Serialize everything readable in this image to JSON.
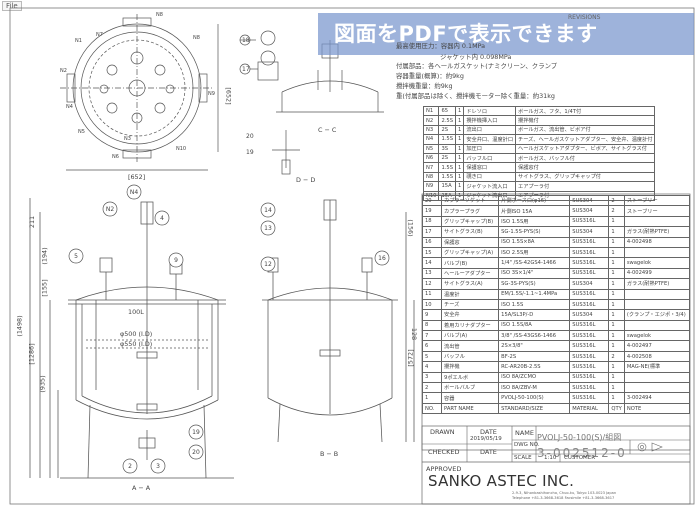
{
  "file_tab": "File",
  "banner": "図面をPDFで表示できます",
  "revisions_label": "REVISIONS",
  "specs": {
    "line1": "最高使用圧力：容器内 0.1MPa",
    "line2": "ジャケット内 0.098MPa",
    "line3": "付属部品：各ヘールガスケット(ナミクリーン、クランプ",
    "line4": "容器重量(概算)：約9kg",
    "line5": "攪拌機重量：約9kg",
    "line6": "重(付属部品は除く、攪拌機モーター除く重量：約31kg"
  },
  "views": {
    "view_cc": "C − C",
    "view_dd": "D − D",
    "view_aa": "A − A",
    "view_bb": "B − B",
    "dim_652_a": "[652]",
    "dim_652_b": "[652]",
    "dim_100l": "100L",
    "dim_500": "φ500 (I.D)",
    "dim_550": "φ550 (I.D)",
    "dim_1498": "(1498)",
    "dim_1286": "[1286]",
    "dim_935": "(935)",
    "dim_211": "211",
    "dim_194": "(194)",
    "dim_155": "[155]",
    "dim_572": "[572]",
    "dim_128": "128",
    "dim_156": "(156)"
  },
  "nozzles": [
    [
      "N1",
      "65",
      "1",
      "ドレソロ",
      "ボールガス、フタ、1/4T付"
    ],
    [
      "N2",
      "2.5S",
      "1",
      "攪拌機挿入口",
      "攪拌機付"
    ],
    [
      "N3",
      "2S",
      "1",
      "流出口",
      "ボールガス、流出管、ビボア付"
    ],
    [
      "N4",
      "1.5S",
      "1",
      "安全弁口、温度計口",
      "チーズ、ヘールガスケットアダプター、安全弁、温度計付"
    ],
    [
      "N5",
      "3S",
      "1",
      "加圧口",
      "ヘールガスケットアダプター、ビボア、サイトグラス付"
    ],
    [
      "N6",
      "2S",
      "1",
      "バッフル口",
      "ボールガス、バッフル付"
    ],
    [
      "N7",
      "1.5S",
      "1",
      "保護窓口",
      "保護窓付"
    ],
    [
      "N8",
      "1.5S",
      "1",
      "覗き口",
      "サイトグラス、グリップキャップ付"
    ],
    [
      "N9",
      "15A",
      "1",
      "ジャケット流入口",
      "エアプーラ付"
    ],
    [
      "N10",
      "15A",
      "1",
      "ジャケット流出口",
      "エアプーラ付"
    ]
  ],
  "parts": [
    [
      "20",
      "カプラーソケット",
      "片側ホースロ(φ16)",
      "SUS304",
      "2",
      "ストーブリー"
    ],
    [
      "19",
      "カプラープラグ",
      "片側ISO 15A",
      "SUS304",
      "2",
      "ストーブリー"
    ],
    [
      "18",
      "グリップキャップ(B)",
      "ISO 1.5S用",
      "SUS316L",
      "1",
      ""
    ],
    [
      "17",
      "サイトグラス(B)",
      "SG-1.5S-PYS(S)",
      "SUS304",
      "1",
      "ガラス(耐熱PTFE)"
    ],
    [
      "16",
      "保護窓",
      "ISO 1.5S×8A",
      "SUS316L",
      "1",
      "4-002498"
    ],
    [
      "15",
      "グリップキャップ(A)",
      "ISO 2.5S用",
      "SUS316L",
      "1",
      ""
    ],
    [
      "14",
      "バルブ(B)",
      "1/4\" /SS-42GS4-1466",
      "SUS316L",
      "1",
      "swagelok"
    ],
    [
      "13",
      "ヘールーアダプター",
      "ISO 3S×1/4\"",
      "SUS316L",
      "1",
      "4-002499"
    ],
    [
      "12",
      "サイトグラス(A)",
      "SG-3S-PYS(S)",
      "SUS304",
      "1",
      "ガラス(耐熱PTFE)"
    ],
    [
      "11",
      "温度計",
      "EM/1.5S/-1.1~1.4MPa",
      "SUS316L",
      "1",
      ""
    ],
    [
      "10",
      "チーズ",
      "ISO 1.5S",
      "SUS316L",
      "1",
      ""
    ],
    [
      "9",
      "安全弁",
      "15A/SL3P/-D",
      "SUS304",
      "1",
      "(クランプ・エジポ・3/4)"
    ],
    [
      "8",
      "着用カリナダプター",
      "ISO 1.5S/8A",
      "SUS316L",
      "1",
      ""
    ],
    [
      "7",
      "バルブ(A)",
      "3/8\" /SS-43GS6-1466",
      "SUS316L",
      "1",
      "swagelok"
    ],
    [
      "6",
      "流出管",
      "2S×3/8\"",
      "SUS316L",
      "1",
      "4-002497"
    ],
    [
      "5",
      "バッフル",
      "BF-2S",
      "SUS316L",
      "2",
      "4-002508"
    ],
    [
      "4",
      "攪拌機",
      "RC-AR20B-2.5S",
      "SUS316L",
      "1",
      "MAG-NE(標準"
    ],
    [
      "3",
      "9ポエルボ",
      "ISO 8A/ZCMO",
      "SUS316L",
      "1",
      ""
    ],
    [
      "2",
      "ボールバルブ",
      "ISO 8A/ZBV-M",
      "SUS316L",
      "1",
      ""
    ],
    [
      "1",
      "容器",
      "PVOLJ-50-100(S)",
      "SUS316L",
      "1",
      "3-002494"
    ]
  ],
  "parts_header": [
    "NO.",
    "PART NAME",
    "STANDARD/SIZE",
    "MATERIAL",
    "QTY",
    "NOTE"
  ],
  "title_block": {
    "drawn": "DRAWN",
    "date": "DATE",
    "drawn_date": "2019/05/19",
    "checked": "CHECKED",
    "approved": "APPROVED",
    "name_label": "NAME",
    "name_value": "PVOLJ-50-100(S)/組図",
    "dwg_label": "DWG NO.",
    "dwg_value": "3-002512-0",
    "scale_label": "SCALE",
    "scale_value": "1:10",
    "customer_label": "CUSTOMER",
    "company": "SANKO ASTEC INC.",
    "address1": "2-9-3, Nihonbashihoncho, Chuo-ku, Tokyo 103-0023 Japan",
    "address2": "Telephone +81-3-3668-3618  Facsimile +81-3-3668-3617"
  }
}
